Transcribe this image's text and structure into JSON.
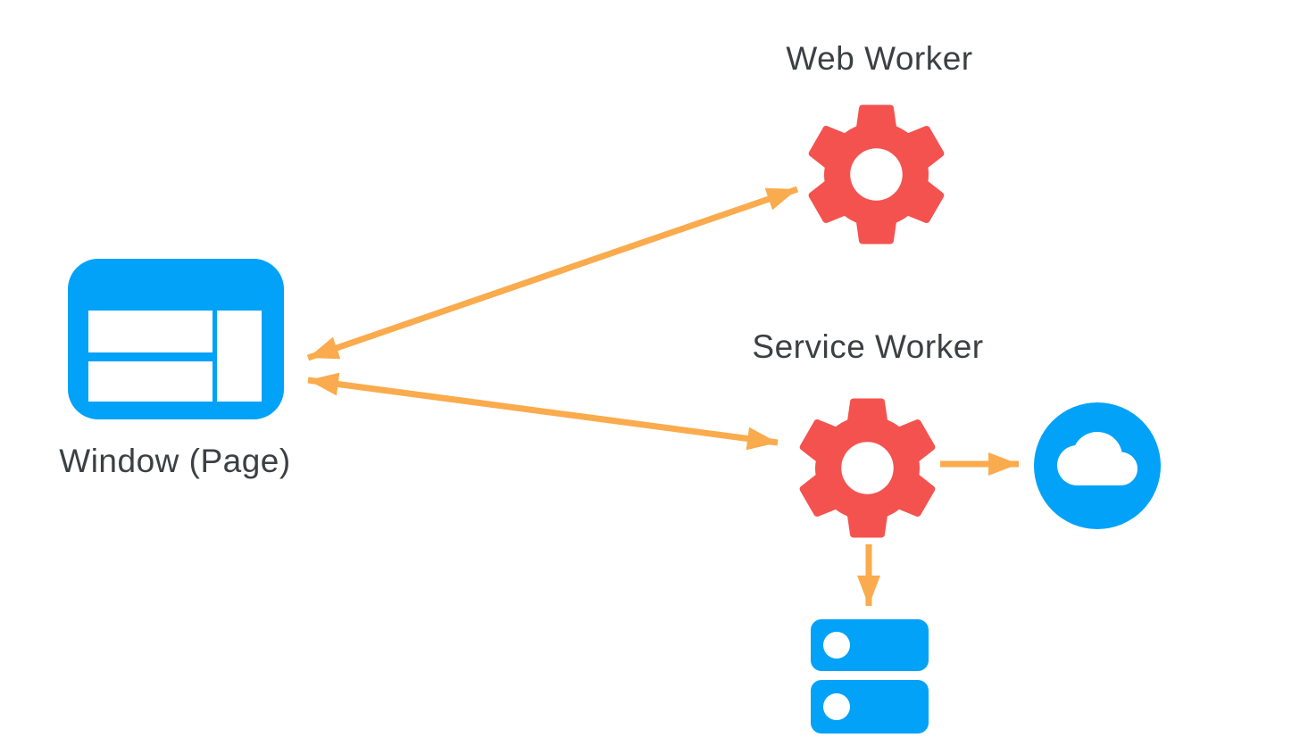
{
  "colors": {
    "icon_blue": "#02A2F8",
    "icon_red": "#F4524F",
    "arrow_orange": "#FAAB4D",
    "label_gray": "#3C4043"
  },
  "nodes": {
    "window": {
      "label": "Window (Page)",
      "icon": "browser-window-icon"
    },
    "web_worker": {
      "label": "Web Worker",
      "icon": "gear-icon"
    },
    "service_worker": {
      "label": "Service Worker",
      "icon": "gear-icon"
    },
    "network": {
      "icon": "cloud-icon"
    },
    "storage": {
      "icon": "storage-stack-icon"
    }
  },
  "edges": [
    {
      "from": "window",
      "to": "web_worker",
      "direction": "bidirectional"
    },
    {
      "from": "window",
      "to": "service_worker",
      "direction": "bidirectional"
    },
    {
      "from": "service_worker",
      "to": "network",
      "direction": "forward"
    },
    {
      "from": "service_worker",
      "to": "storage",
      "direction": "forward"
    }
  ]
}
